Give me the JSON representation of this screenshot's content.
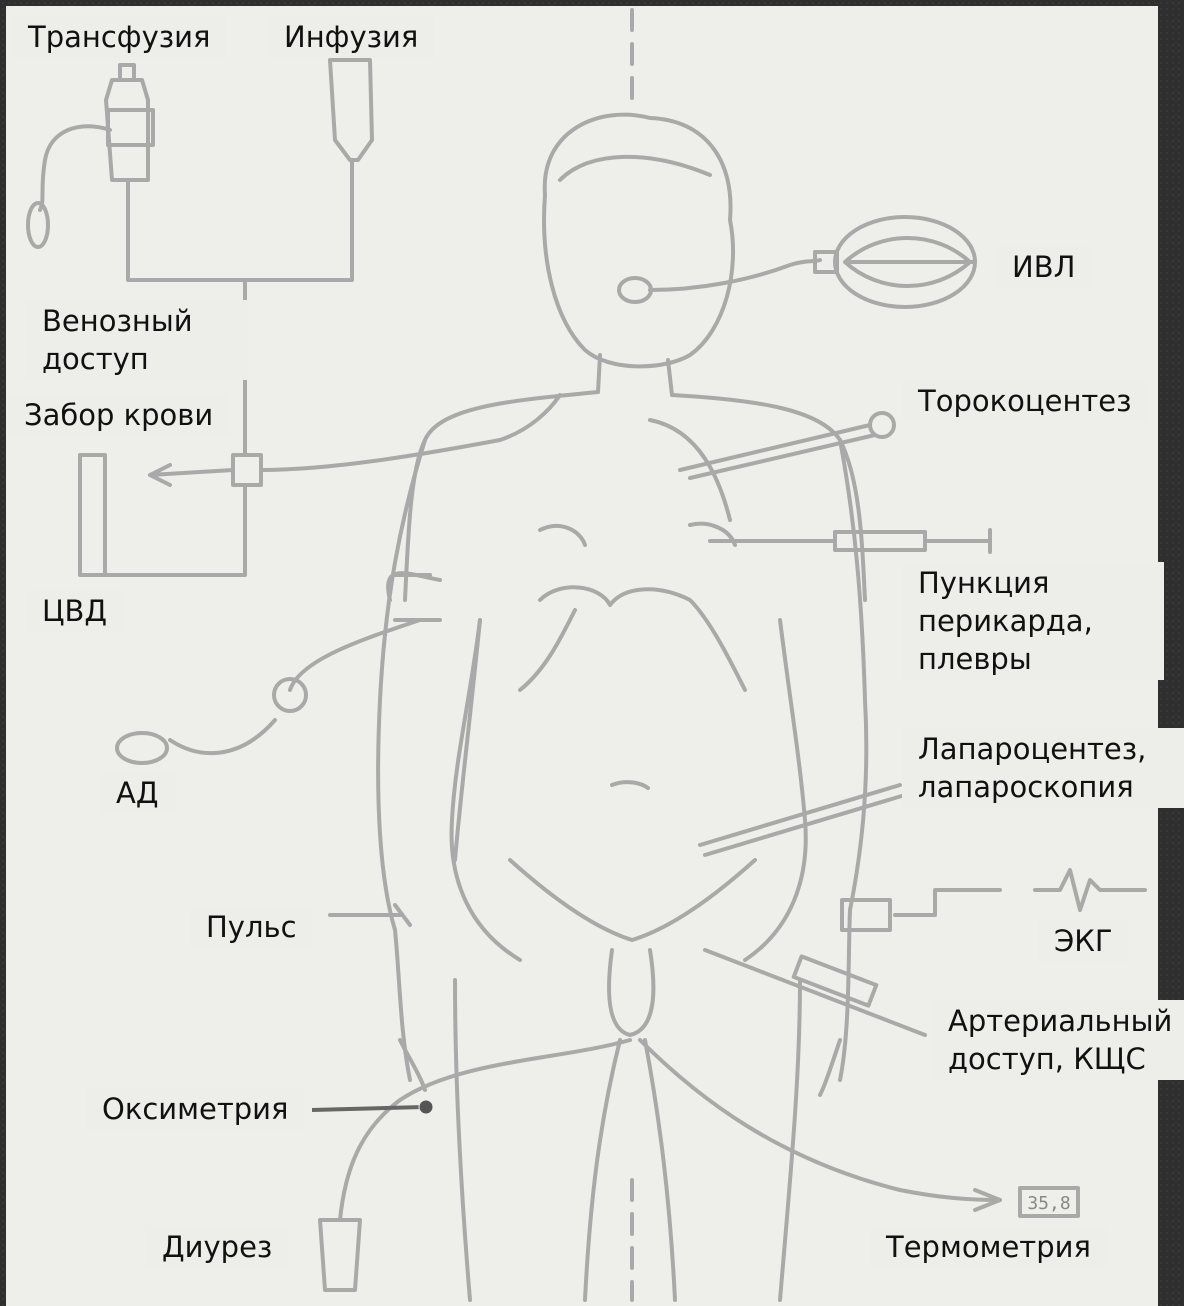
{
  "labels": {
    "transfusion": "Трансфузия",
    "infusion": "Инфузия",
    "ventilation": "ИВЛ",
    "venous_access_line1": "Венозный",
    "venous_access_line2": "доступ",
    "blood_sampling": "Забор крови",
    "thoracocentesis": "Торокоцентез",
    "cvp": "ЦВД",
    "puncture_line1": "Пункция",
    "puncture_line2": "перикарда,",
    "puncture_line3": "плевры",
    "blood_pressure": "АД",
    "laparo_line1": "Лапароцентез,",
    "laparo_line2": "лапароскопия",
    "pulse": "Пульс",
    "ecg": "ЭКГ",
    "arterial_line1": "Артериальный",
    "arterial_line2": "доступ, КЩС",
    "oximetry": "Оксиметрия",
    "diuresis": "Диурез",
    "thermometry": "Термометрия",
    "thermometer_reading": "35,8"
  },
  "colors": {
    "background": "#2f2f2f",
    "panel": "#eeeeea",
    "drawing_line": "#a9a9a9",
    "text": "#111111",
    "pointer": "#666666"
  }
}
